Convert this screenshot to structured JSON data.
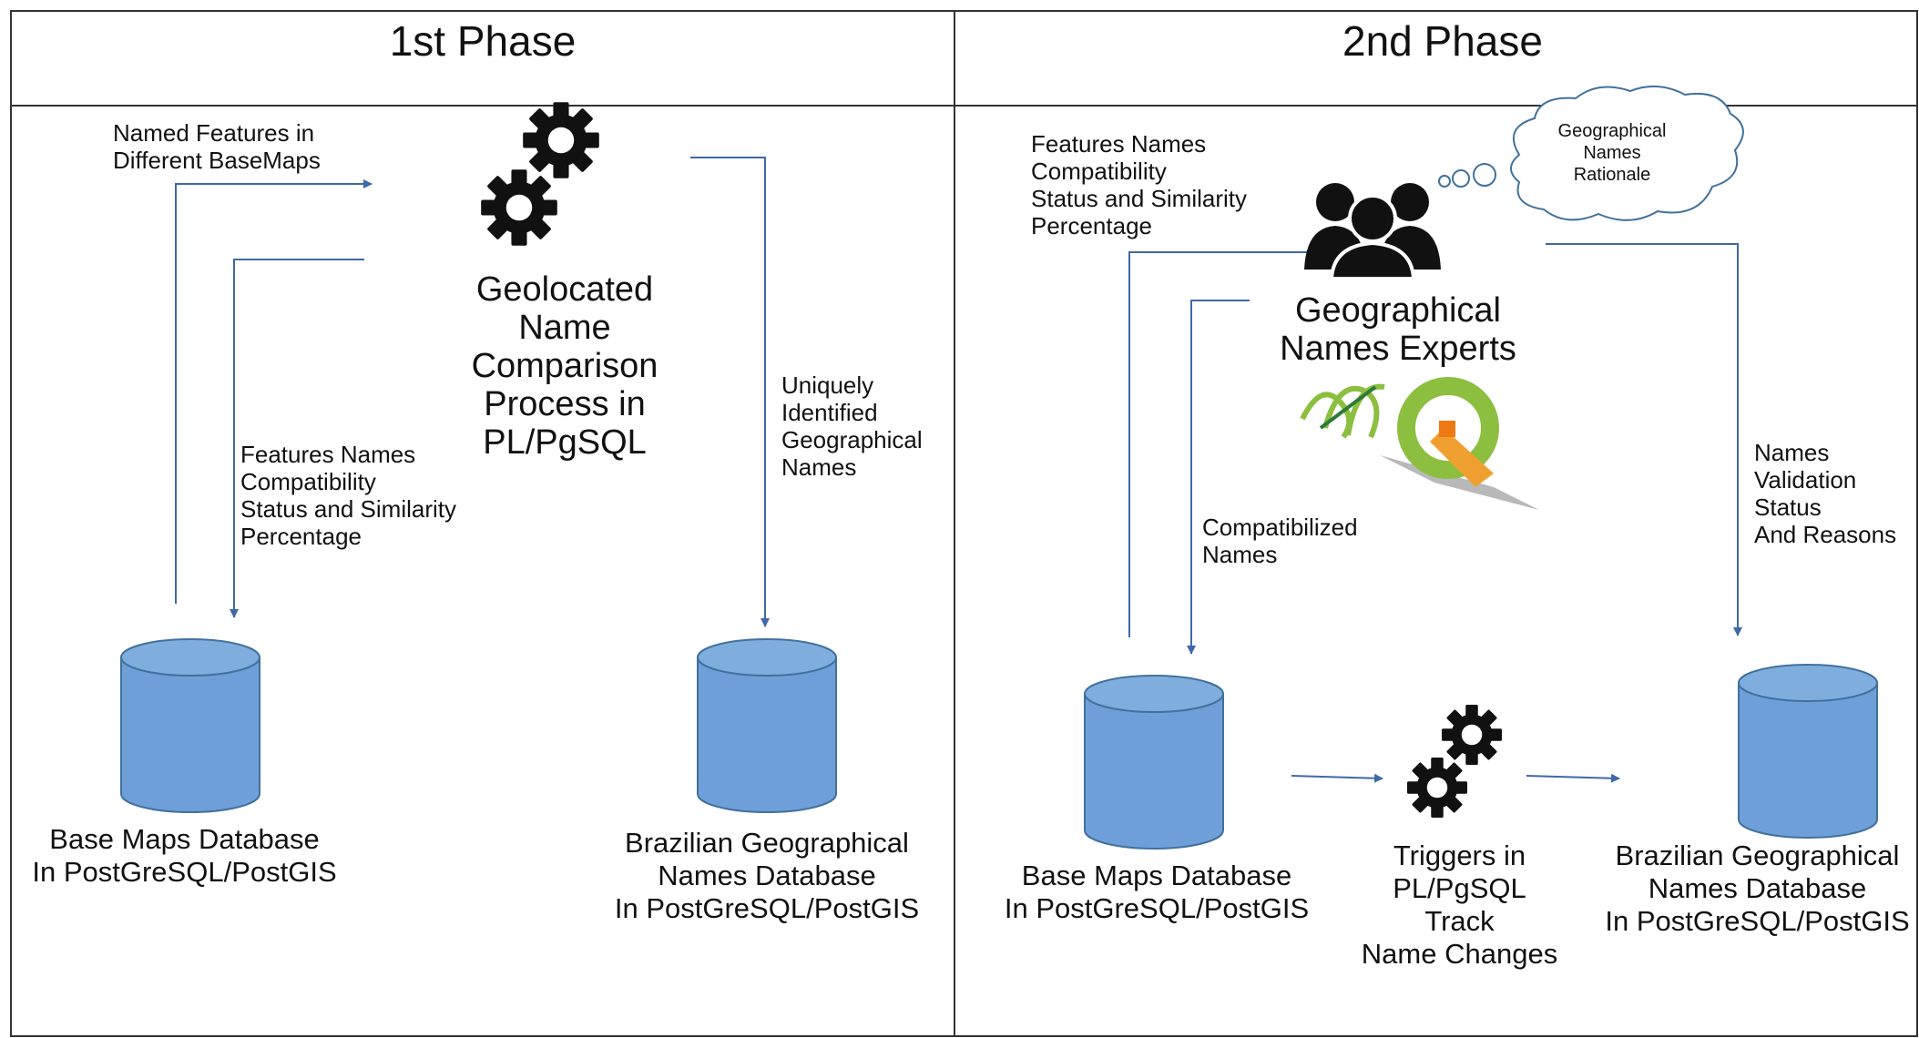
{
  "phase1": {
    "title": "1st Phase",
    "named_features": "Named Features in\nDifferent  BaseMaps",
    "process_title": "Geolocated\nName\nComparison\nProcess in\nPL/PgSQL",
    "compat_status": "Features Names\nCompatibility\nStatus and Similarity\nPercentage",
    "uniquely": "Uniquely\nIdentified\nGeographical\nNames",
    "db_base": "Base Maps Database\nIn  PostGreSQL/PostGIS",
    "db_brazil": "Brazilian Geographical\nNames Database\nIn  PostGreSQL/PostGIS"
  },
  "phase2": {
    "title": "2nd Phase",
    "compat_status": "Features Names\nCompatibility\nStatus and Similarity\nPercentage",
    "cloud": "Geographical\nNames\nRationale",
    "experts": "Geographical\nNames Experts",
    "compatibilized": "Compatibilized\nNames",
    "validation": "Names\nValidation\nStatus\nAnd Reasons",
    "db_base": "Base Maps Database\nIn  PostGreSQL/PostGIS",
    "triggers": "Triggers in\nPL/PgSQL\nTrack\nName Changes",
    "db_brazil": "Brazilian Geographical\nNames Database\nIn  PostGreSQL/PostGIS"
  },
  "icons": [
    "gears-icon",
    "people-icon",
    "qgis-logo-icon",
    "database-icon",
    "cloud-icon",
    "arrow-icon"
  ],
  "colors": {
    "database_fill": "#6f9fd8",
    "database_stroke": "#41719c",
    "arrow": "#3f68a8",
    "border": "#333333",
    "icon": "#111111"
  }
}
